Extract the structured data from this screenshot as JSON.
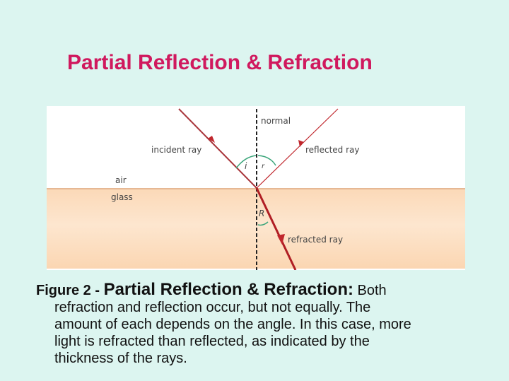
{
  "slide": {
    "title": "Partial Reflection & Refraction",
    "background_color": "#dcf5f0",
    "title_color": "#d0195e"
  },
  "diagram": {
    "labels": {
      "normal": "normal",
      "incident_ray": "incident ray",
      "reflected_ray": "reflected ray",
      "refracted_ray": "refracted ray",
      "air": "air",
      "glass": "glass",
      "angle_incidence": "i",
      "angle_reflection": "r",
      "angle_refraction": "R"
    },
    "colors": {
      "ray": "#c0272d",
      "arc": "#3aa57a",
      "glass": "#fbd9b8",
      "air": "#ffffff"
    }
  },
  "caption": {
    "figure_label": "Figure 2 - ",
    "figure_title": "Partial Reflection & Refraction:",
    "first_words": " Both",
    "lines": [
      "refraction and reflection occur, but not equally. The",
      "amount of each depends on the angle. In this case, more",
      "light is refracted than reflected, as indicated by the",
      "thickness of the rays."
    ]
  }
}
